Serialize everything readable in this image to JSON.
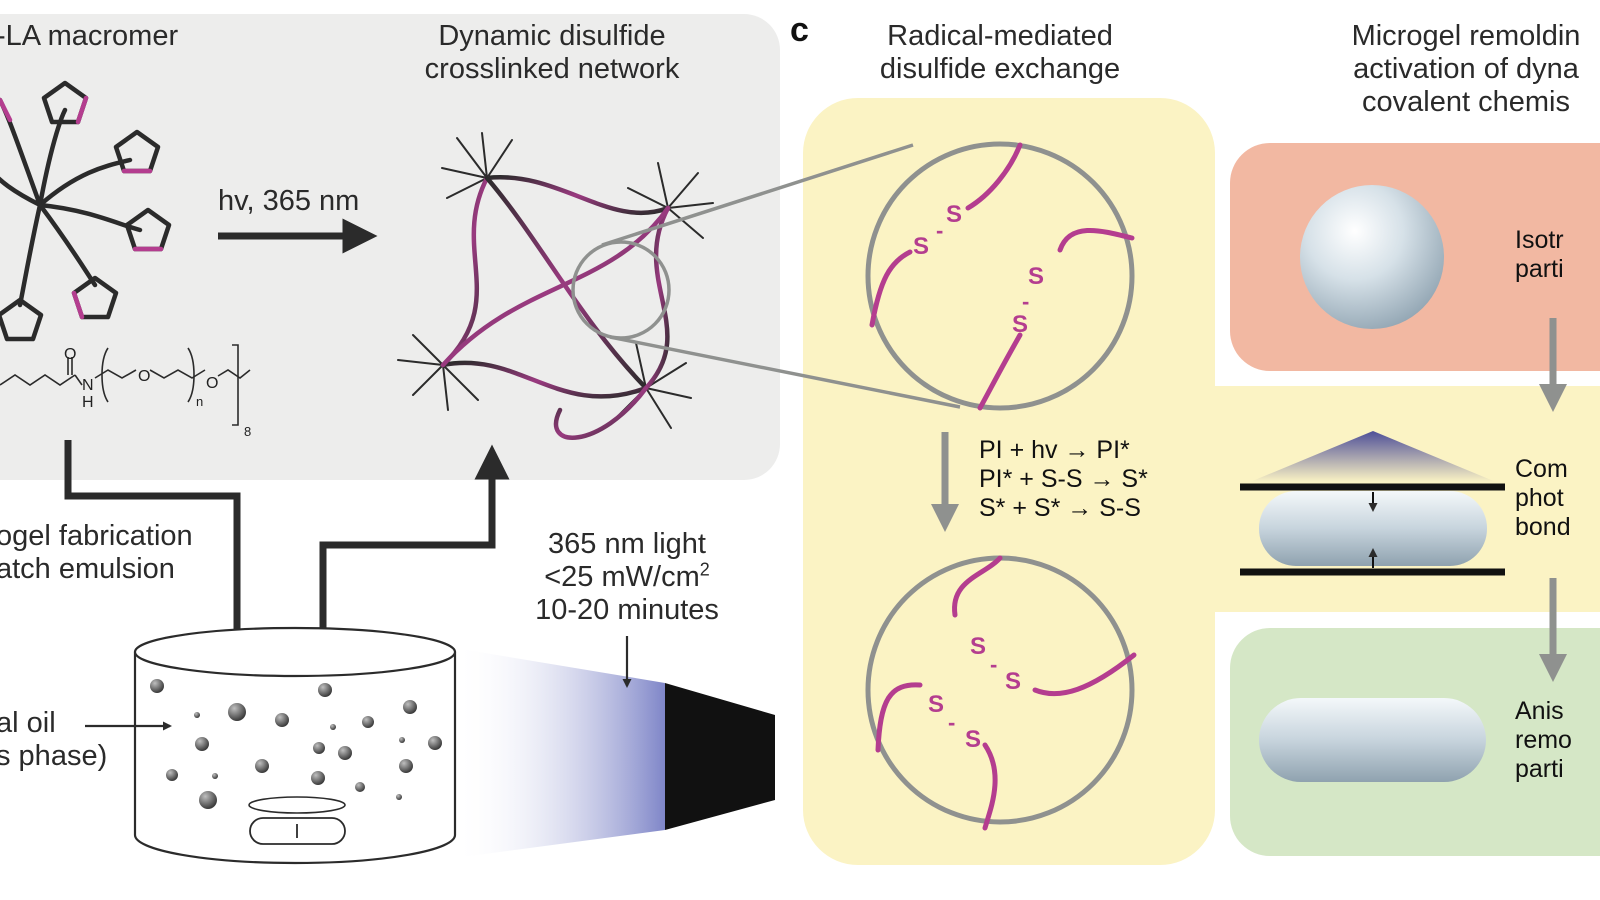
{
  "panel_c_letter": "c",
  "left": {
    "macromer_title": "-LA macromer",
    "network_title_line1": "Dynamic disulfide",
    "network_title_line2": "crosslinked network",
    "arrow_label": "hv, 365 nm",
    "fabrication_line1": "ogel fabrication",
    "fabrication_line2": "atch emulsion",
    "light_line1": "365 nm light",
    "light_line2": "<25 mW/cm",
    "light_line2_sup": "2",
    "light_line3": "10-20 minutes",
    "oil_line1": "al oil",
    "oil_line2": "s phase)",
    "chem_O_top": "O",
    "chem_N": "N",
    "chem_H": "H",
    "chem_O1": "O",
    "chem_O2": "O",
    "chem_n": "n",
    "chem_8": "8"
  },
  "middle": {
    "title_line1": "Radical-mediated",
    "title_line2": "disulfide exchange",
    "eq1": "PI + hv → PI*",
    "eq2": "PI* + S-S → S*",
    "eq3": "S* + S* → S-S",
    "s": "S"
  },
  "right": {
    "title_line1": "Microgel remoldin",
    "title_line2": "activation of dyna",
    "title_line3": "covalent chemis",
    "iso_line1": "Isotr",
    "iso_line2": "parti",
    "com_line1": "Com",
    "com_line2": "phot",
    "com_line3": "bond",
    "anis_line1": "Anis",
    "anis_line2": "remo",
    "anis_line3": "parti"
  },
  "colors": {
    "gray_panel": "#ededec",
    "yellow_panel": "#fbf3c4",
    "red_panel": "#f2b8a2",
    "green_panel": "#d5e7c6",
    "magenta": "#b43d8f",
    "dark": "#2b2b2b",
    "circle_stroke": "#8f918f",
    "lamp_blue": "#8a8fcf"
  }
}
